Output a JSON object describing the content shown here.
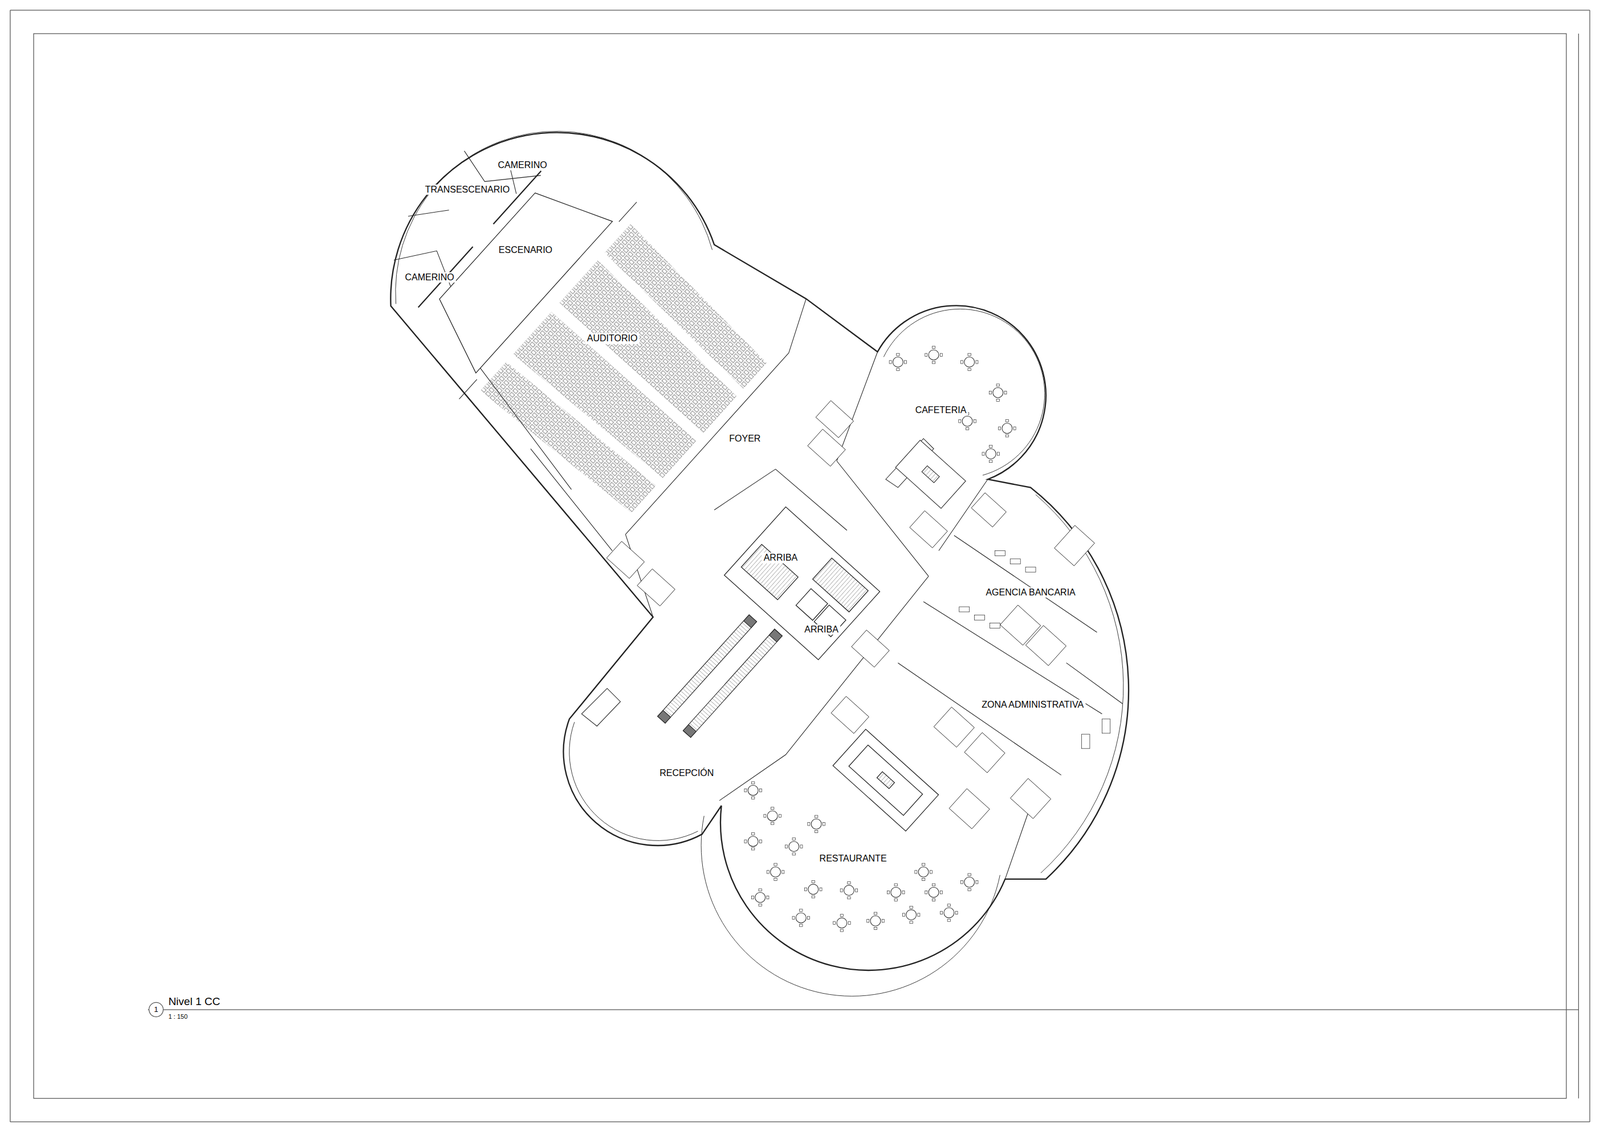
{
  "diagram": {
    "title": "Nivel 1 CC",
    "labels": [
      "CAMERINO",
      "TRANSESCENARIO",
      "ESCENARIO",
      "CAMERINO",
      "AUDITORIO",
      "FOYER",
      "CAFETERIA",
      "ARRIBA",
      "ARRIBA",
      "AGENCIA BANCARIA",
      "ZONA ADMINISTRATIVA",
      "RECEPCIÓN",
      "RESTAURANTE",
      "1",
      "1 : 150"
    ]
  }
}
